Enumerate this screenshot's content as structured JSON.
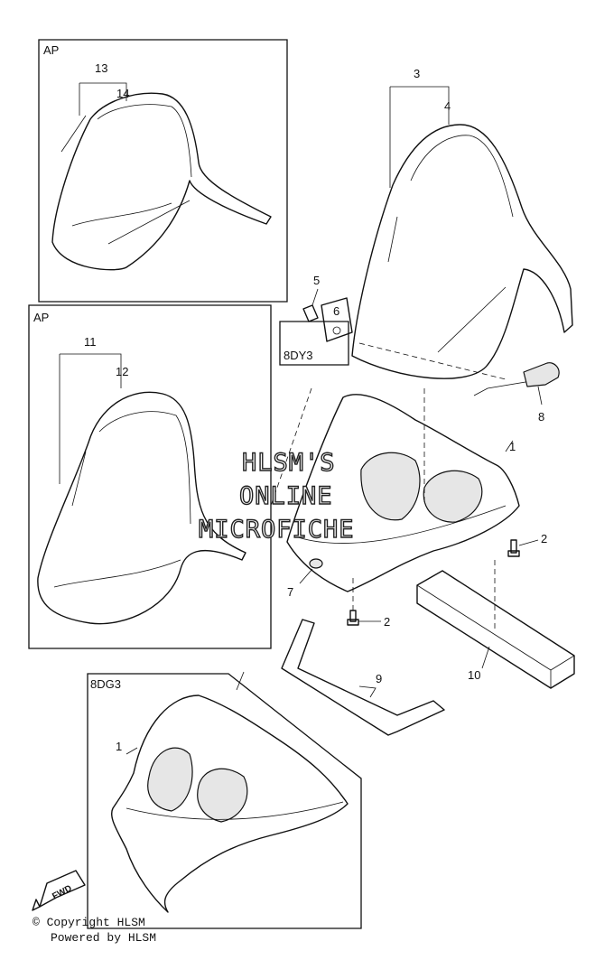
{
  "boxes": {
    "ap_top": "AP",
    "ap_mid": "AP",
    "code_8dy3": "8DY3",
    "code_8dg3": "8DG3"
  },
  "callouts": {
    "c1": "1",
    "c1b": "1",
    "c2a": "2",
    "c2b": "2",
    "c3": "3",
    "c4": "4",
    "c5": "5",
    "c6": "6",
    "c7": "7",
    "c8": "8",
    "c9": "9",
    "c10": "10",
    "c11": "11",
    "c12": "12",
    "c13": "13",
    "c14": "14"
  },
  "watermark": {
    "line1": "HLSM'S",
    "line2": "ONLINE",
    "line3": "MICROFICHE"
  },
  "fwd_label": "FWD",
  "footer": {
    "copyright": "© Copyright HLSM",
    "powered": "Powered by HLSM"
  }
}
